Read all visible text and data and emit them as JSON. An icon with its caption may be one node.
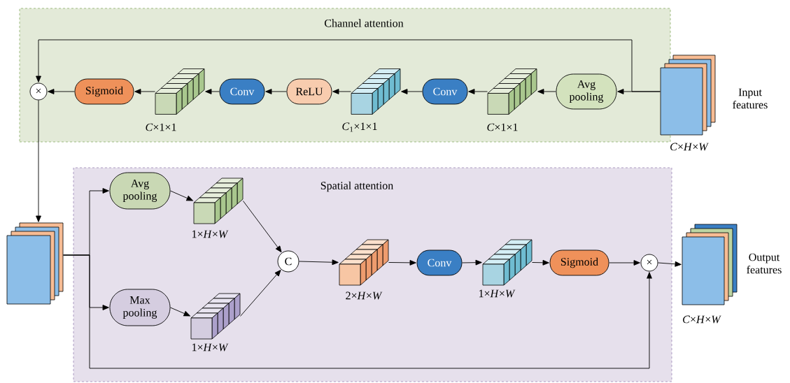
{
  "diagram": {
    "nodes": [
      {
        "text": [
          "Channel attention"
        ]
      },
      {
        "text": [
          "Spatial attention"
        ]
      },
      {
        "text": [],
        "shape": "box",
        "beside": [
          "*C*×*H*×*W*",
          "Input features"
        ]
      },
      {
        "text": [
          "Avg pooling"
        ],
        "in": 0
      },
      {
        "text": [],
        "shape": "box",
        "beside": [
          "*C*×1×1"
        ],
        "in": 0
      },
      {
        "text": [
          "Conv"
        ],
        "in": 0
      },
      {
        "text": [],
        "shape": "box",
        "beside": [
          "*C*$_{1}$×1×1"
        ],
        "in": 0
      },
      {
        "text": [
          "ReLU"
        ],
        "in": 0
      },
      {
        "text": [
          "Conv"
        ],
        "in": 0
      },
      {
        "text": [],
        "shape": "box",
        "beside": [
          "*C*×1×1"
        ],
        "in": 0
      },
      {
        "text": [
          "Sigmoid"
        ],
        "in": 0
      },
      {
        "text": [
          "×"
        ],
        "in": 0
      },
      {
        "text": [],
        "shape": "box"
      },
      {
        "text": [
          "Avg pooling"
        ],
        "in": 1
      },
      {
        "text": [],
        "shape": "box",
        "beside": [
          "1×*H*×*W*"
        ],
        "in": 1
      },
      {
        "text": [
          "Max pooling"
        ],
        "in": 1
      },
      {
        "text": [],
        "shape": "box",
        "beside": [
          "1×*H*×*W*"
        ],
        "in": 1
      },
      {
        "text": [
          "C"
        ],
        "in": 1
      },
      {
        "text": [],
        "shape": "box",
        "beside": [
          "2×*H*×*W*"
        ],
        "in": 1
      },
      {
        "text": [
          "Conv"
        ],
        "in": 1
      },
      {
        "text": [],
        "shape": "box",
        "beside": [
          "1×*H*×*W*"
        ],
        "in": 1
      },
      {
        "text": [
          "Sigmoid"
        ],
        "in": 1
      },
      {
        "text": [
          "×"
        ],
        "in": 1
      },
      {
        "text": [],
        "shape": "box",
        "beside": [
          "*C*×*H*×*W*",
          "Output features"
        ]
      }
    ],
    "edges": [
      {
        "from": 2,
        "to": 3,
        "arrow": "to"
      },
      {
        "from": 2,
        "to": 11,
        "arrow": "to"
      },
      {
        "from": 3,
        "to": 4,
        "arrow": "to"
      },
      {
        "from": 4,
        "to": 5,
        "arrow": "to"
      },
      {
        "from": 5,
        "to": 6,
        "arrow": "to"
      },
      {
        "from": 6,
        "to": 7,
        "arrow": "to"
      },
      {
        "from": 7,
        "to": 8,
        "arrow": "to"
      },
      {
        "from": 8,
        "to": 9,
        "arrow": "to"
      },
      {
        "from": 9,
        "to": 10,
        "arrow": "to"
      },
      {
        "from": 10,
        "to": 11,
        "arrow": "to"
      },
      {
        "from": 11,
        "to": 12,
        "arrow": "to"
      },
      {
        "from": 12,
        "to": 13,
        "arrow": "to"
      },
      {
        "from": 12,
        "to": 15,
        "arrow": "to"
      },
      {
        "from": 12,
        "to": 22,
        "arrow": "to"
      },
      {
        "from": 13,
        "to": 14,
        "arrow": "to"
      },
      {
        "from": 15,
        "to": 16,
        "arrow": "to"
      },
      {
        "from": 14,
        "to": 17,
        "arrow": "to"
      },
      {
        "from": 16,
        "to": 17,
        "arrow": "to"
      },
      {
        "from": 17,
        "to": 18,
        "arrow": "to"
      },
      {
        "from": 18,
        "to": 19,
        "arrow": "to"
      },
      {
        "from": 19,
        "to": 20,
        "arrow": "to"
      },
      {
        "from": 20,
        "to": 21,
        "arrow": "to"
      },
      {
        "from": 21,
        "to": 22,
        "arrow": "to"
      },
      {
        "from": 22,
        "to": 23,
        "arrow": "to"
      }
    ]
  }
}
